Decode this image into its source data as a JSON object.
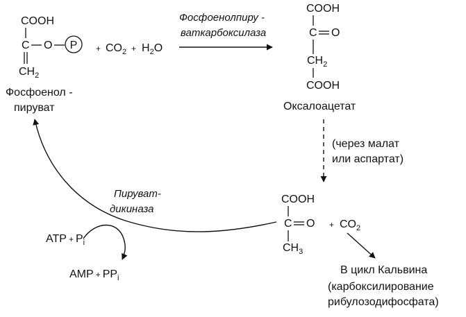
{
  "phosphoenolpyruvate": {
    "cooh": "COOH",
    "c": "C",
    "o": "O",
    "p": "P",
    "ch2": "CH",
    "ch2_sub": "2",
    "name_line1": "Фосфоенол -",
    "name_line2": "пируват"
  },
  "reagents": {
    "plus1": "+",
    "co2": "CO",
    "co2_sub": "2",
    "plus2": "+",
    "h2o_h": "H",
    "h2o_sub": "2",
    "h2o_o": "O"
  },
  "enzyme_pepc": {
    "line1": "Фосфоенолпиру -",
    "line2": "ваткарбоксилаза"
  },
  "oxaloacetate": {
    "cooh_top": "COOH",
    "c": "C",
    "eq_o": "O",
    "ch2": "CH",
    "ch2_sub": "2",
    "cooh_bottom": "COOH",
    "name": "Оксалоацетат"
  },
  "via_note": {
    "line1": "(через малат",
    "line2": "или аспартат)"
  },
  "pyruvate": {
    "cooh": "COOH",
    "c": "C",
    "eq_o": "O",
    "ch3": "CH",
    "ch3_sub": "3"
  },
  "decarboxylation": {
    "plus": "+",
    "co2": "CO",
    "co2_sub": "2"
  },
  "calvin": {
    "line1": "В цикл Кальвина",
    "line2": "(карбоксилирование",
    "line3": "рибулозодифосфата)"
  },
  "enzyme_ppdk": {
    "line1": "Пируват-",
    "line2": "дикиназа"
  },
  "cofactors_in": {
    "atp": "ATP",
    "plus": "+",
    "p": "P",
    "p_sub": "i"
  },
  "cofactors_out": {
    "amp": "AMP",
    "plus": "+",
    "pp": "PP",
    "pp_sub": "i"
  }
}
